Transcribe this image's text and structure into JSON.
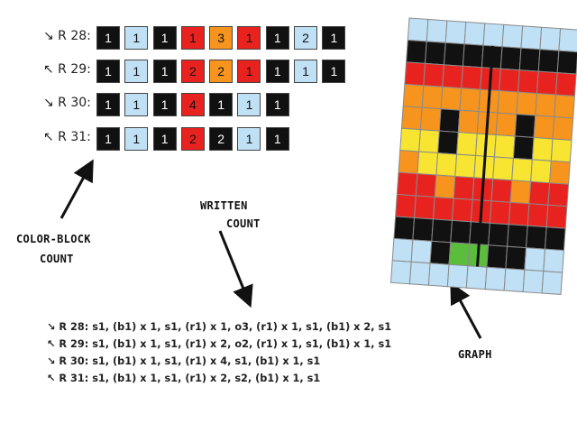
{
  "rows": [
    {
      "label": "↘ R 28:",
      "cells": [
        {
          "n": "1",
          "c": "#111111",
          "t": "#ffffff"
        },
        {
          "n": "1",
          "c": "#bfe0f5",
          "t": "#111111"
        },
        {
          "n": "1",
          "c": "#111111",
          "t": "#ffffff"
        },
        {
          "n": "1",
          "c": "#e8231f",
          "t": "#111111"
        },
        {
          "n": "3",
          "c": "#f7941d",
          "t": "#111111"
        },
        {
          "n": "1",
          "c": "#e8231f",
          "t": "#111111"
        },
        {
          "n": "1",
          "c": "#111111",
          "t": "#ffffff"
        },
        {
          "n": "2",
          "c": "#bfe0f5",
          "t": "#111111"
        },
        {
          "n": "1",
          "c": "#111111",
          "t": "#ffffff"
        }
      ]
    },
    {
      "label": "↖ R 29:",
      "cells": [
        {
          "n": "1",
          "c": "#111111",
          "t": "#ffffff"
        },
        {
          "n": "1",
          "c": "#bfe0f5",
          "t": "#111111"
        },
        {
          "n": "1",
          "c": "#111111",
          "t": "#ffffff"
        },
        {
          "n": "2",
          "c": "#e8231f",
          "t": "#111111"
        },
        {
          "n": "2",
          "c": "#f7941d",
          "t": "#111111"
        },
        {
          "n": "1",
          "c": "#e8231f",
          "t": "#111111"
        },
        {
          "n": "1",
          "c": "#111111",
          "t": "#ffffff"
        },
        {
          "n": "1",
          "c": "#bfe0f5",
          "t": "#111111"
        },
        {
          "n": "1",
          "c": "#111111",
          "t": "#ffffff"
        }
      ]
    },
    {
      "label": "↘ R 30:",
      "cells": [
        {
          "n": "1",
          "c": "#111111",
          "t": "#ffffff"
        },
        {
          "n": "1",
          "c": "#bfe0f5",
          "t": "#111111"
        },
        {
          "n": "1",
          "c": "#111111",
          "t": "#ffffff"
        },
        {
          "n": "4",
          "c": "#e8231f",
          "t": "#111111"
        },
        {
          "n": "1",
          "c": "#111111",
          "t": "#ffffff"
        },
        {
          "n": "1",
          "c": "#bfe0f5",
          "t": "#111111"
        },
        {
          "n": "1",
          "c": "#111111",
          "t": "#ffffff"
        }
      ]
    },
    {
      "label": "↖ R 31:",
      "cells": [
        {
          "n": "1",
          "c": "#111111",
          "t": "#ffffff"
        },
        {
          "n": "1",
          "c": "#bfe0f5",
          "t": "#111111"
        },
        {
          "n": "1",
          "c": "#111111",
          "t": "#ffffff"
        },
        {
          "n": "2",
          "c": "#e8231f",
          "t": "#111111"
        },
        {
          "n": "2",
          "c": "#111111",
          "t": "#ffffff"
        },
        {
          "n": "1",
          "c": "#bfe0f5",
          "t": "#111111"
        },
        {
          "n": "1",
          "c": "#111111",
          "t": "#ffffff"
        }
      ]
    }
  ],
  "captions": {
    "color_block_1": "COLOR-BLOCK",
    "color_block_2": "COUNT",
    "written_1": "WRITTEN",
    "written_2": "COUNT",
    "graph": "GRAPH"
  },
  "written_lines": [
    "↘ R 28: s1, (b1) x 1, s1, (r1) x 1, o3, (r1) x 1, s1, (b1) x 2, s1",
    "↖ R 29: s1, (b1) x 1, s1, (r1) x 2, o2, (r1) x 1, s1, (b1) x 1, s1",
    "↘ R 30: s1, (b1) x 1, s1, (r1) x 4, s1, (b1) x 1, s1",
    "↖ R 31: s1, (b1) x 1, s1, (r1) x 2, s2, (b1) x 1, s1"
  ],
  "graph": {
    "palette": {
      "B": "#bfe0f5",
      "R": "#e8231f",
      "O": "#f7941d",
      "Y": "#f7e531",
      "K": "#111111",
      "G": "#5bbd3c"
    },
    "grid": [
      "BBBBBBBBB",
      "KKKKKKKKK",
      "RRRRRRRRR",
      "OOOOOOOOO",
      "OOKOOOKOO",
      "YYKYYYKYY",
      "OYYYYYYYO",
      "RRORRRORR",
      "RRRRRRRRR",
      "KKKKKKKKK",
      "BBKGGKKBB",
      "BBBBBBBBB"
    ]
  }
}
